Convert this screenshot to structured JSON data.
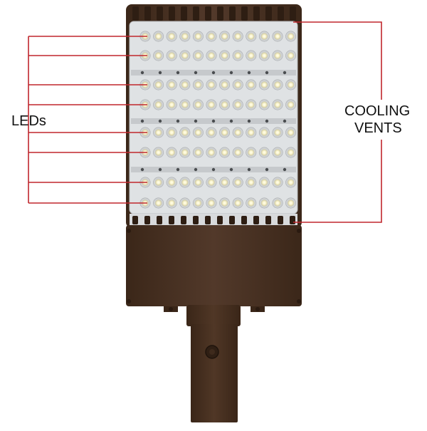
{
  "labels": {
    "leds": "LEDs",
    "cooling_vents_line1": "COOLING",
    "cooling_vents_line2": "VENTS"
  },
  "colors": {
    "callout_line": "#c0272d",
    "housing": "#4a3222",
    "housing_dark": "#3a2618",
    "lens_panel": "#e4e6e8",
    "led": "#f7f3d6",
    "background": "#ffffff"
  },
  "fixture": {
    "led_rows": 8,
    "led_columns": 12,
    "led_row_callouts": 8,
    "vent_callouts": 2
  }
}
